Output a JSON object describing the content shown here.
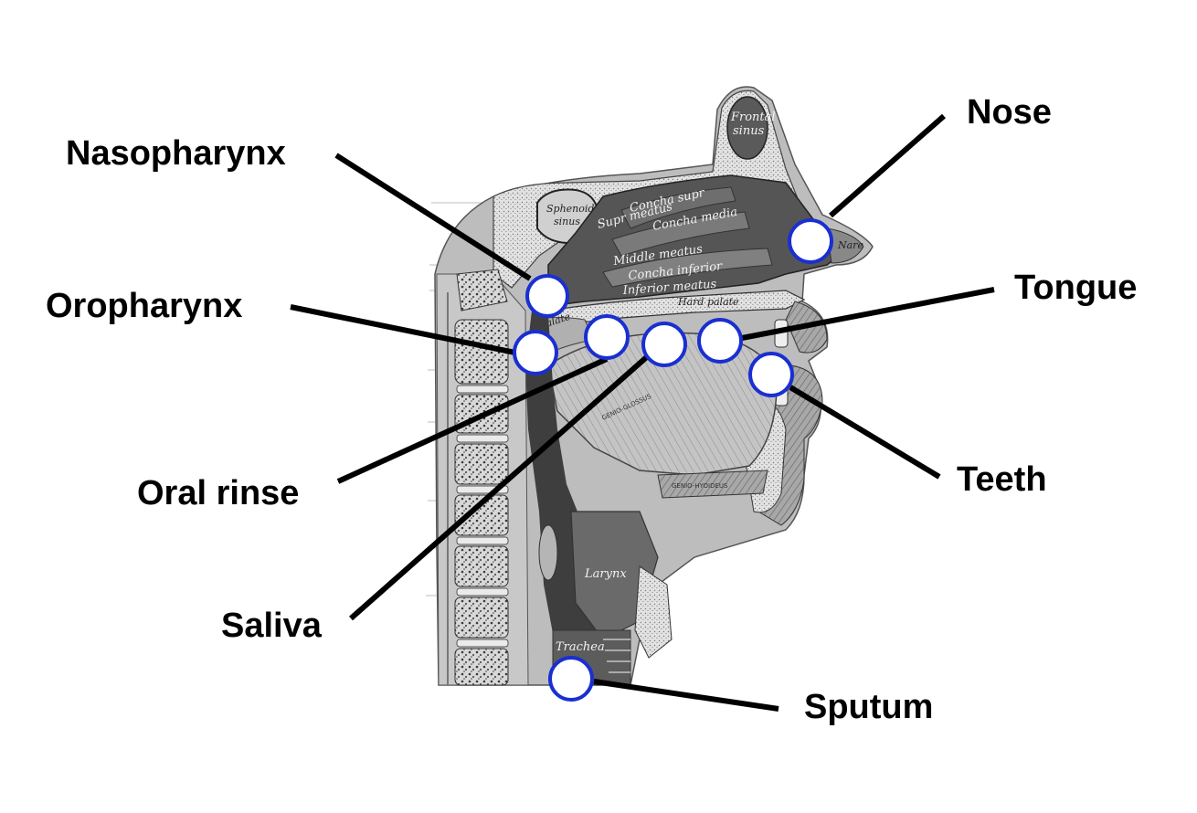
{
  "sampling_sites": [
    {
      "id": "nose",
      "label": "Nose"
    },
    {
      "id": "nasopharynx",
      "label": "Nasopharynx"
    },
    {
      "id": "tongue",
      "label": "Tongue"
    },
    {
      "id": "oropharynx",
      "label": "Oropharynx"
    },
    {
      "id": "teeth",
      "label": "Teeth"
    },
    {
      "id": "oral_rinse",
      "label": "Oral rinse"
    },
    {
      "id": "saliva",
      "label": "Saliva"
    },
    {
      "id": "sputum",
      "label": "Sputum"
    }
  ],
  "illustration_text": {
    "frontal_sinus_1": "Frontal",
    "frontal_sinus_2": "sinus",
    "sphenoidal_1": "Sphenoidal",
    "sphenoidal_2": "sinus",
    "concha_supr": "Concha supr",
    "supr_meatus": "Supr meatus",
    "concha_media": "Concha media",
    "middle_meatus": "Middle meatus",
    "concha_inferior": "Concha inferior",
    "inferior_meatus": "Inferior meatus",
    "hard_palate": "Hard palate",
    "soft_palate": "palate",
    "nare": "Nare",
    "genio_glossus": "GENIO-GLOSSUS",
    "genio_hyoideus": "GENIO-HYOIDEUS",
    "larynx": "Larynx",
    "trachea": "Trachea"
  },
  "colors": {
    "marker_stroke": "#1a2fd1",
    "marker_fill": "#ffffff",
    "leader_line": "#000000",
    "tissue_dark": "#4a4a4a",
    "tissue_mid": "#9a9a9a",
    "tissue_light": "#d4d4d4"
  }
}
